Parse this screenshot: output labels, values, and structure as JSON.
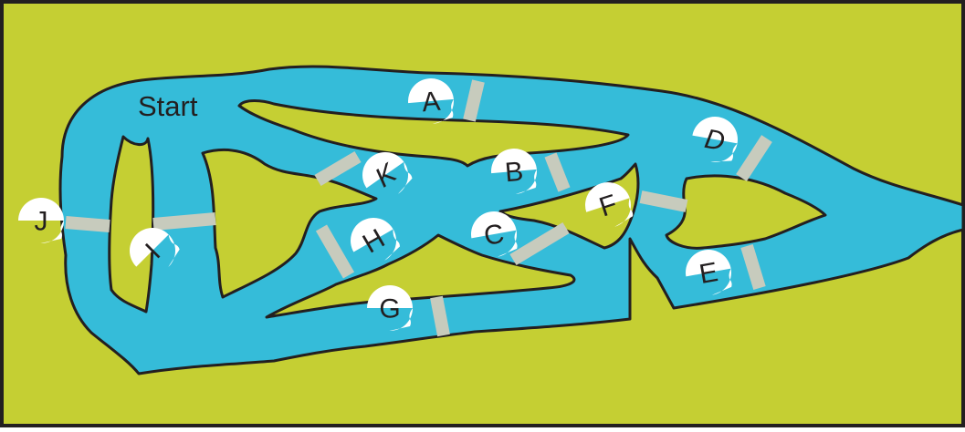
{
  "colors": {
    "land": "#c5cf33",
    "water": "#35bcd9",
    "bridge": "#c7cbbd",
    "outline": "#231f20",
    "marker": "#ffffff"
  },
  "start_label": "Start",
  "bridges": [
    {
      "id": "A",
      "label": "A",
      "icon": "map-pin-icon"
    },
    {
      "id": "B",
      "label": "B",
      "icon": "map-pin-icon"
    },
    {
      "id": "C",
      "label": "C",
      "icon": "map-pin-icon"
    },
    {
      "id": "D",
      "label": "D",
      "icon": "map-pin-icon"
    },
    {
      "id": "E",
      "label": "E",
      "icon": "map-pin-icon"
    },
    {
      "id": "F",
      "label": "F",
      "icon": "map-pin-icon"
    },
    {
      "id": "G",
      "label": "G",
      "icon": "map-pin-icon"
    },
    {
      "id": "H",
      "label": "H",
      "icon": "map-pin-icon"
    },
    {
      "id": "I",
      "label": "I",
      "icon": "map-pin-icon"
    },
    {
      "id": "J",
      "label": "J",
      "icon": "map-pin-icon"
    },
    {
      "id": "K",
      "label": "K",
      "icon": "map-pin-icon"
    }
  ]
}
